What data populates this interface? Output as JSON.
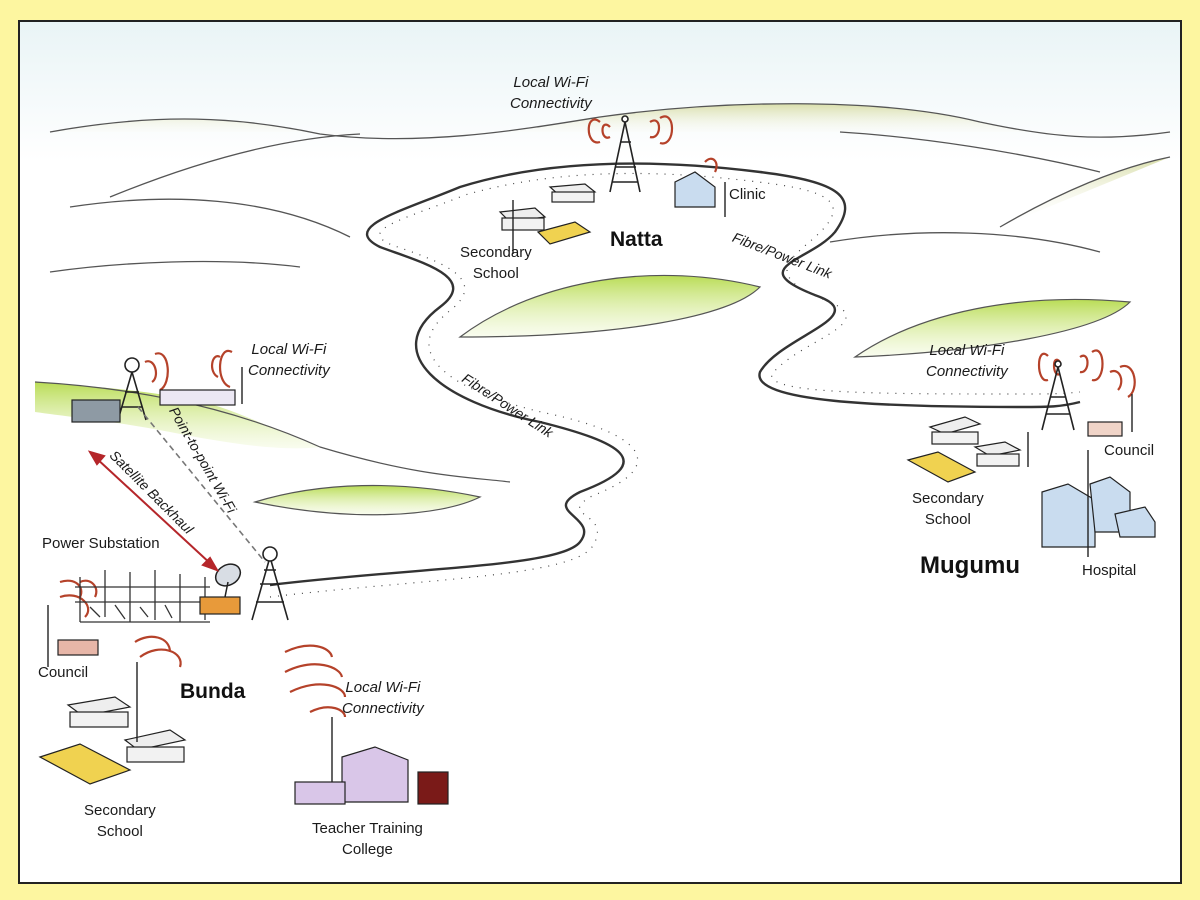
{
  "towns": {
    "natta": "Natta",
    "bunda": "Bunda",
    "mugumu": "Mugumu"
  },
  "labels": {
    "wifi_natta": "Local Wi-Fi\nConnectivity",
    "clinic": "Clinic",
    "school_natta": "Secondary\nSchool",
    "fibre_right": "Fibre/Power Link",
    "fibre_center": "Fibre/Power Link",
    "wifi_mugumu": "Local Wi-Fi\nConnectivity",
    "council_mugumu": "Council",
    "school_mugumu": "Secondary\nSchool",
    "hospital": "Hospital",
    "wifi_bunda_top": "Local Wi-Fi\nConnectivity",
    "p2p": "Point-to-point Wi-Fi",
    "satellite": "Satellite Backhaul",
    "substation": "Power Substation",
    "council_bunda": "Council",
    "wifi_college": "Local Wi-Fi\nConnectivity",
    "school_bunda": "Secondary\nSchool",
    "college": "Teacher Training\nCollege"
  },
  "colors": {
    "page_border": "#fdf6a0",
    "hill_green": "#a8d24a",
    "wifi_signal": "#b5422a",
    "satellite_arrow": "#b5262a",
    "building_lilac": "#d9c6e8",
    "building_blue": "#c9dcef"
  }
}
